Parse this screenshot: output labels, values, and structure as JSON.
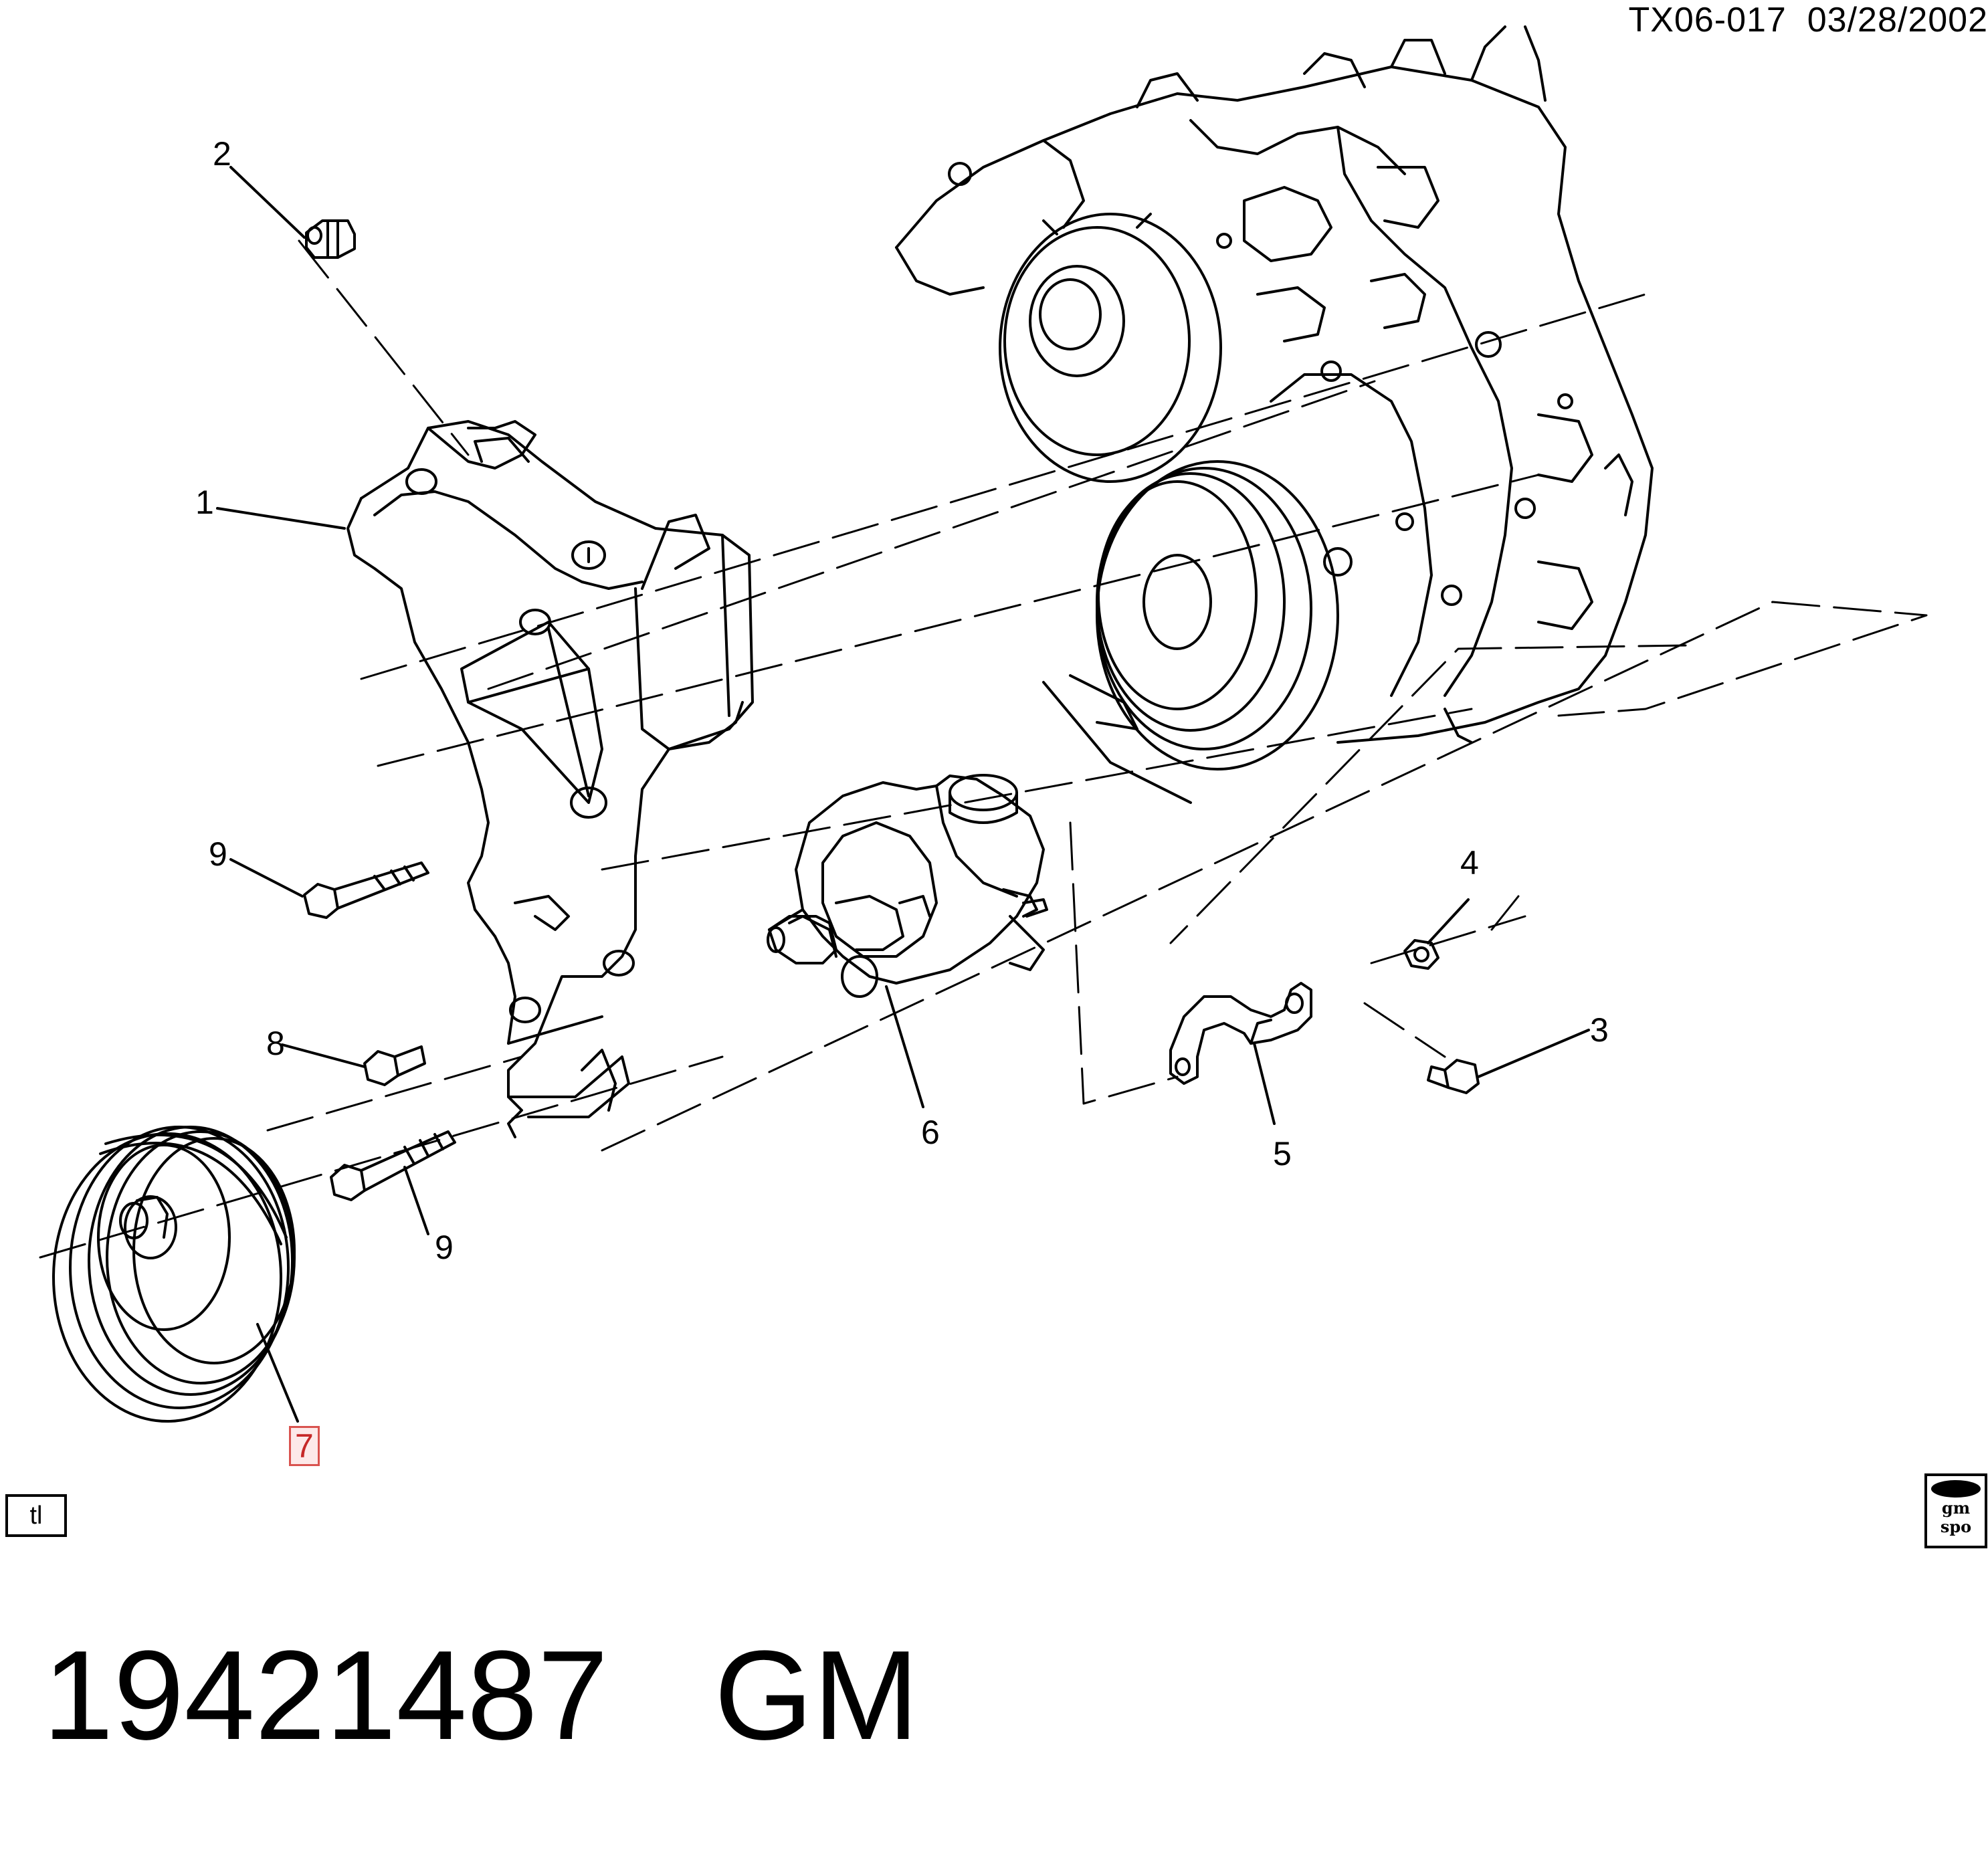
{
  "header": {
    "ref": "TX06-017  03/28/2002"
  },
  "callouts": {
    "c1": "1",
    "c2": "2",
    "c3": "3",
    "c4": "4",
    "c5": "5",
    "c6": "6",
    "c7": "7",
    "c8": "8",
    "c9a": "9",
    "c9b": "9"
  },
  "corner_tag": "tl",
  "logo": {
    "line1": "gm",
    "line2": "spo"
  },
  "footer": {
    "part_number": "19421487",
    "brand": "GM"
  },
  "colors": {
    "highlight": "#d9534f"
  }
}
